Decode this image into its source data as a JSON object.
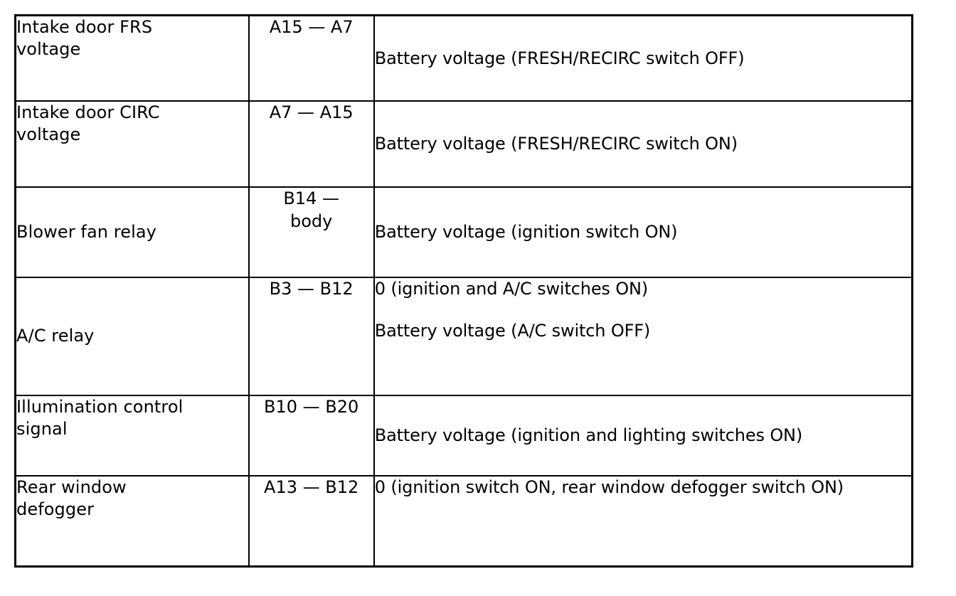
{
  "document": {
    "type": "specification-table",
    "title": "HVAC control unit terminal voltage inspection table",
    "background_color": "#ffffff",
    "text_color": "#000000",
    "border_color": "#000000"
  },
  "table": {
    "column_count": 3,
    "row_count": 6,
    "has_header_row": false,
    "columns": [
      {
        "key": "name",
        "role": "circuit-name"
      },
      {
        "key": "pin",
        "role": "terminal-pair"
      },
      {
        "key": "condition",
        "role": "measurement-condition"
      }
    ],
    "rows": [
      {
        "name": "Intake door FRS\nvoltage",
        "pin": "A15 — A7",
        "conditions": [
          "Battery voltage (FRESH/RECIRC switch OFF)"
        ]
      },
      {
        "name": "Intake door CIRC\nvoltage",
        "pin": "A7 — A15",
        "conditions": [
          "Battery voltage (FRESH/RECIRC switch ON)"
        ]
      },
      {
        "name": "Blower fan relay",
        "pin": "B14 —\nbody",
        "conditions": [
          "Battery voltage (ignition switch ON)"
        ]
      },
      {
        "name": "A/C relay",
        "pin": "B3 — B12",
        "conditions": [
          "0 (ignition and A/C switches ON)",
          "Battery voltage (A/C switch OFF)"
        ]
      },
      {
        "name": "Illumination control\nsignal",
        "pin": "B10 — B20",
        "conditions": [
          "Battery voltage (ignition and lighting switches ON)"
        ]
      },
      {
        "name": "Rear window\ndefogger",
        "pin": "A13 — B12",
        "conditions": [
          "0 (ignition switch ON, rear window defogger switch ON)"
        ]
      }
    ]
  }
}
